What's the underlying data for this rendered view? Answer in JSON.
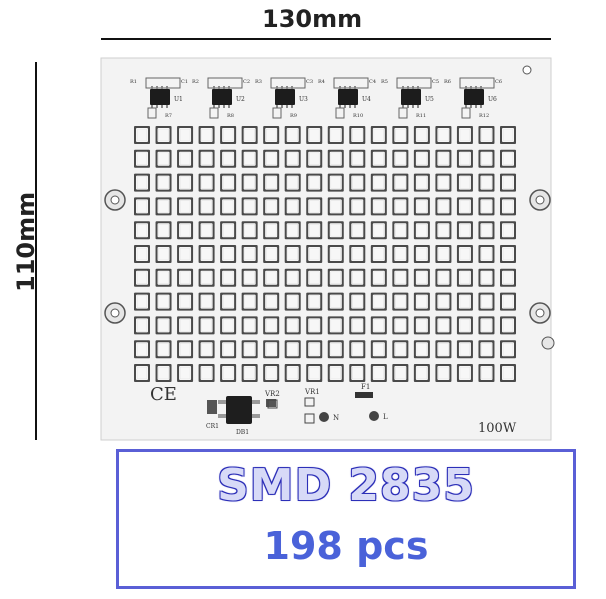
{
  "dimensions": {
    "width_label": "130mm",
    "height_label": "110mm"
  },
  "board": {
    "power_label": "100W",
    "ce_mark": "CE",
    "led_rows": 11,
    "led_cols": 18,
    "ic_labels": [
      "U1",
      "U2",
      "U3",
      "U4",
      "U5",
      "U6"
    ],
    "resistor_labels": [
      "R7",
      "R8",
      "R9",
      "R10",
      "R11",
      "R12"
    ],
    "top_labels": [
      "R1",
      "C1",
      "R2",
      "C2",
      "R3",
      "C3",
      "R4",
      "C4",
      "R5",
      "C5",
      "R6",
      "C6"
    ],
    "bottom_labels": {
      "vr2": "VR2",
      "vr1": "VR1",
      "fuse": "F1",
      "neutral": "N",
      "live": "L",
      "bridge": "DB1",
      "cap": "CR1"
    }
  },
  "badge": {
    "title": "SMD 2835",
    "count": "198 pcs"
  },
  "colors": {
    "board": "#f2f2f2",
    "led_body": "#4a4a4a",
    "led_lens": "#ffffff",
    "badge_border": "#5a5fd6",
    "count_text": "#4a62d9"
  }
}
